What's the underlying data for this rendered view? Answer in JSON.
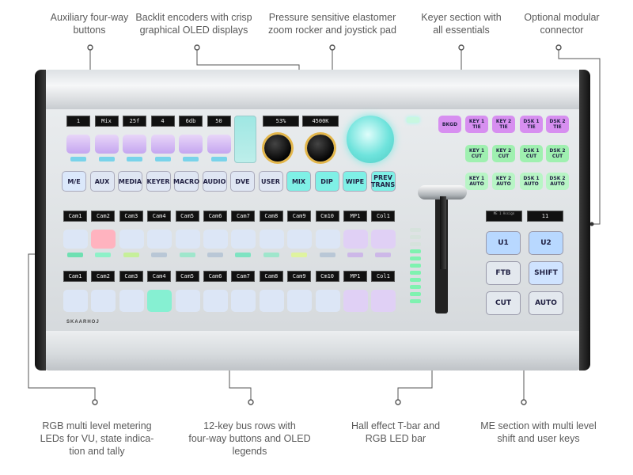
{
  "callouts": {
    "aux_buttons": "Auxiliary four-way\nbuttons",
    "encoders": "Backlit encoders with crisp\ngraphical OLED displays",
    "zoom_rocker": "Pressure sensitive elastomer\nzoom rocker and joystick pad",
    "keyer_section": "Keyer section with\nall essentials",
    "modular_connector": "Optional modular\nconnector",
    "metering_leds": "RGB multi level metering\nLEDs for VU, state indica-\ntion and tally",
    "bus_rows": "12-key bus rows with\nfour-way buttons and OLED\nlegends",
    "tbar": "Hall effect T-bar and\nRGB LED bar",
    "me_section": "ME section with multi level\nshift and user keys"
  },
  "brand": "SKAARHOJ",
  "aux_displays": [
    "1",
    "Mix",
    "25f",
    "4",
    "6db",
    "50"
  ],
  "zoom_display": "53%",
  "zoom2_display": "4500K",
  "function_keys": [
    "M/E",
    "AUX",
    "MEDIA",
    "KEYER",
    "MACRO",
    "AUDIO",
    "DVE",
    "USER",
    "MIX",
    "DIP",
    "WIPE",
    "PREV\nTRANS"
  ],
  "keyer_keys": [
    [
      "BKGD",
      "KEY 1\nTIE",
      "KEY 2\nTIE",
      "DSK 1\nTIE",
      "DSK 2\nTIE"
    ],
    [
      "KEY 1\nCUT",
      "KEY 2\nCUT",
      "DSK 1\nCUT",
      "DSK 2\nCUT"
    ],
    [
      "KEY 1\nAUTO",
      "KEY 2\nAUTO",
      "DSK 1\nAUTO",
      "DSK 2\nAUTO"
    ]
  ],
  "bus_row_1": [
    "Cam1",
    "Cam2",
    "Cam3",
    "Cam4",
    "Cam5",
    "Cam6",
    "Cam7",
    "Cam8",
    "Cam9",
    "Cm10",
    "MP1",
    "Col1"
  ],
  "bus_row_2": [
    "Cam1",
    "Cam2",
    "Cam3",
    "Cam4",
    "Cam5",
    "Cam6",
    "Cam7",
    "Cam8",
    "Cam9",
    "Cm10",
    "MP1",
    "Col1"
  ],
  "me_display": "11",
  "me_keys": [
    "U1",
    "U2",
    "FTB",
    "SHIFT",
    "CUT",
    "AUTO"
  ]
}
